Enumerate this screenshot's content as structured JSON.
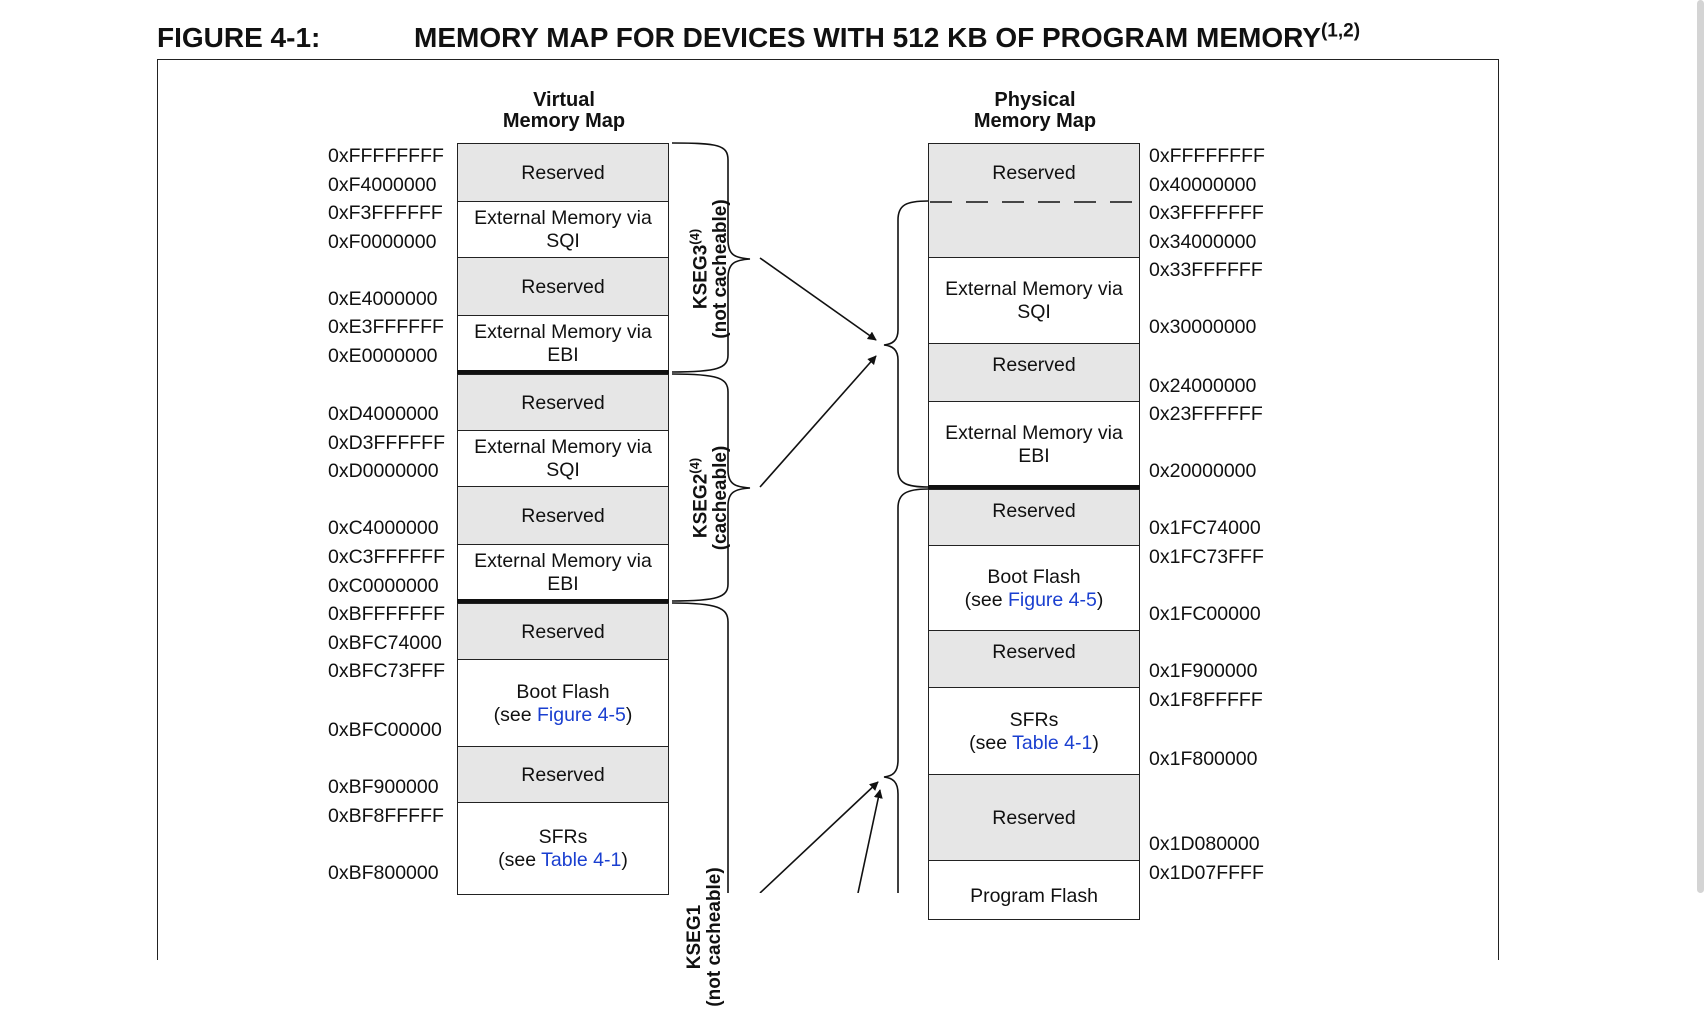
{
  "figure": {
    "label": "FIGURE 4-1:",
    "title": "MEMORY MAP FOR DEVICES WITH 512 KB OF PROGRAM MEMORY",
    "title_sup": "(1,2)"
  },
  "virtual_map": {
    "heading_line1": "Virtual",
    "heading_line2": "Memory Map",
    "blocks": [
      {
        "line1": "Reserved",
        "line2": ""
      },
      {
        "line1": "External Memory via",
        "line2": "SQI"
      },
      {
        "line1": "Reserved",
        "line2": ""
      },
      {
        "line1": "External Memory via",
        "line2": "EBI"
      },
      {
        "line1": "Reserved",
        "line2": ""
      },
      {
        "line1": "External Memory via",
        "line2": "SQI"
      },
      {
        "line1": "Reserved",
        "line2": ""
      },
      {
        "line1": "External Memory via",
        "line2": "EBI"
      },
      {
        "line1": "Reserved",
        "line2": ""
      },
      {
        "line1": "Boot Flash",
        "pre": "(see ",
        "link": "Figure 4-5",
        "post": ")"
      },
      {
        "line1": "Reserved",
        "line2": ""
      },
      {
        "line1": "SFRs",
        "pre": "(see ",
        "link": "Table 4-1",
        "post": ")"
      }
    ],
    "addresses": [
      "0xFFFFFFFF",
      "0xF4000000",
      "0xF3FFFFFF",
      "0xF0000000",
      "0xE4000000",
      "0xE3FFFFFF",
      "0xE0000000",
      "0xD4000000",
      "0xD3FFFFFF",
      "0xD0000000",
      "0xC4000000",
      "0xC3FFFFFF",
      "0xC0000000",
      "0xBFFFFFFF",
      "0xBFC74000",
      "0xBFC73FFF",
      "0xBFC00000",
      "0xBF900000",
      "0xBF8FFFFF",
      "0xBF800000"
    ],
    "segments": {
      "kseg3_name": "KSEG3",
      "kseg3_sup": "(4)",
      "kseg3_note": "(not cacheable)",
      "kseg2_name": "KSEG2",
      "kseg2_sup": "(4)",
      "kseg2_note": "(cacheable)",
      "kseg1_name": "KSEG1",
      "kseg1_note": "(not cacheable)"
    }
  },
  "physical_map": {
    "heading_line1": "Physical",
    "heading_line2": "Memory Map",
    "blocks": [
      {
        "line1": "Reserved",
        "line2": ""
      },
      {
        "line1": "",
        "line2": ""
      },
      {
        "line1": "External Memory via",
        "line2": "SQI"
      },
      {
        "line1": "Reserved",
        "line2": ""
      },
      {
        "line1": "External Memory via",
        "line2": "EBI"
      },
      {
        "line1": "Reserved",
        "line2": ""
      },
      {
        "line1": "Boot Flash",
        "pre": "(see ",
        "link": "Figure 4-5",
        "post": ")"
      },
      {
        "line1": "Reserved",
        "line2": ""
      },
      {
        "line1": "SFRs",
        "pre": "(see ",
        "link": "Table 4-1",
        "post": ")"
      },
      {
        "line1": "Reserved",
        "line2": ""
      },
      {
        "line1": "Program Flash",
        "line2": ""
      }
    ],
    "addresses": [
      "0xFFFFFFFF",
      "0x40000000",
      "0x3FFFFFFF",
      "0x34000000",
      "0x33FFFFFF",
      "0x30000000",
      "0x24000000",
      "0x23FFFFFF",
      "0x20000000",
      "0x1FC74000",
      "0x1FC73FFF",
      "0x1FC00000",
      "0x1F900000",
      "0x1F8FFFFF",
      "0x1F800000",
      "0x1D080000",
      "0x1D07FFFF"
    ]
  }
}
